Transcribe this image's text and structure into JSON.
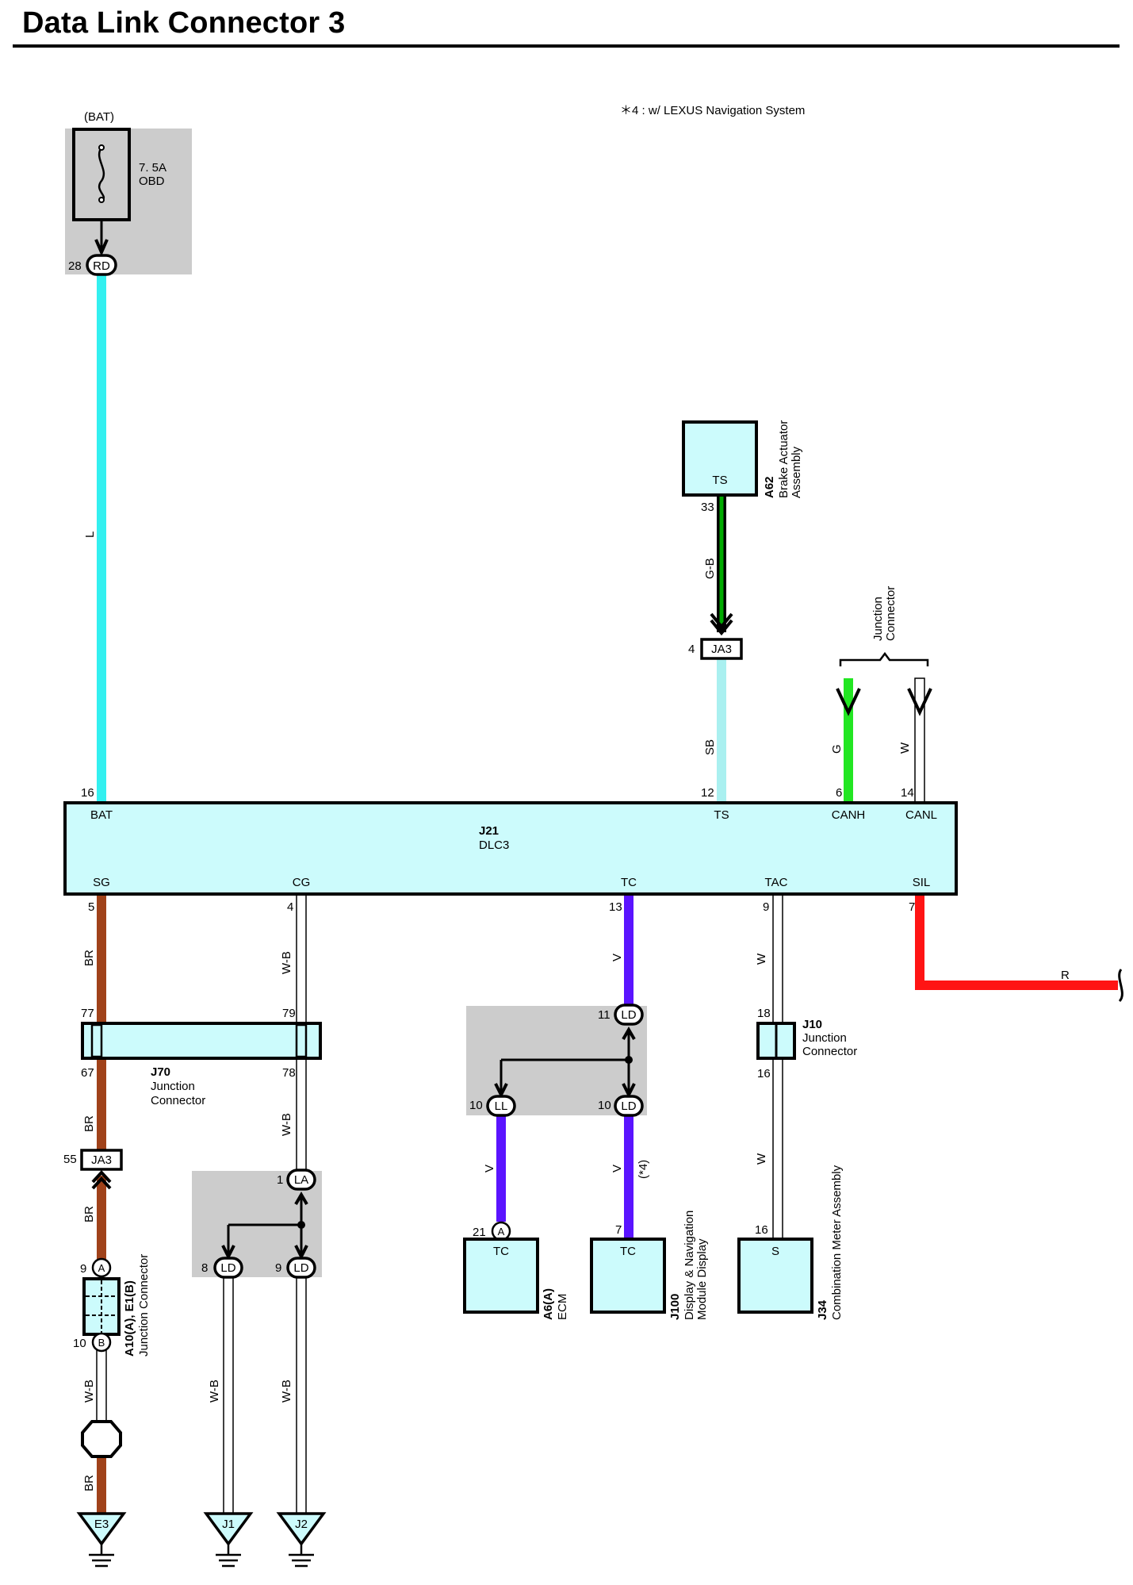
{
  "title": "Data Link Connector 3",
  "note": "＊4 : w/ LEXUS Navigation System",
  "colors": {
    "L": "#33f0f0",
    "SB": "#aaf0f0",
    "G": "#22e622",
    "G-B": "#00aa00",
    "BR": "#a0421a",
    "V": "#5a14ff",
    "R": "#ff1414",
    "W": "#ffffff",
    "W-B": "#ffffff",
    "box": "#ccfbfc",
    "shade": "#cccccc"
  },
  "fuse": {
    "supply": "(BAT)",
    "rating": "7. 5A",
    "name": "OBD",
    "connector": "RD",
    "pin": "28"
  },
  "wires": {
    "bat": "L",
    "ts": "SB",
    "ts_upper": "G-B",
    "canh": "G",
    "canl": "W",
    "sg": "BR",
    "cg": "W-B",
    "tc": "V",
    "tac": "W",
    "sil": "R",
    "sg_lower": "BR",
    "sg_after_ja3": "BR",
    "sg_ground": "BR",
    "sg_wb": "W-B",
    "cg_lower": "W-B",
    "j1": "W-B",
    "j2": "W-B",
    "ll_ecm": "V",
    "ld_j100": "V",
    "tac_lower": "W",
    "nav_note": "(*4)"
  },
  "dlc3": {
    "code": "J21",
    "name": "DLC3",
    "top_pins": [
      {
        "label": "BAT",
        "pin": "16"
      },
      {
        "label": "TS",
        "pin": "12"
      },
      {
        "label": "CANH",
        "pin": "6"
      },
      {
        "label": "CANL",
        "pin": "14"
      }
    ],
    "bottom_pins": [
      {
        "label": "SG",
        "pin": "5"
      },
      {
        "label": "CG",
        "pin": "4"
      },
      {
        "label": "TC",
        "pin": "13"
      },
      {
        "label": "TAC",
        "pin": "9"
      },
      {
        "label": "SIL",
        "pin": "7"
      }
    ]
  },
  "brake_actuator": {
    "code": "A62",
    "name_line1": "Brake Actuator",
    "name_line2": "Assembly",
    "terminal": "TS",
    "pin": "33"
  },
  "ja3_top": {
    "label": "JA3",
    "pin": "4"
  },
  "junction_connector_can": {
    "line1": "Junction",
    "line2": "Connector"
  },
  "j70": {
    "code": "J70",
    "line1": "Junction",
    "line2": "Connector",
    "pins": [
      "77",
      "79",
      "67",
      "78"
    ]
  },
  "j10": {
    "code": "J10",
    "line1": "Junction",
    "line2": "Connector",
    "pins": [
      "18",
      "16"
    ]
  },
  "ld_splice": {
    "top": "LD",
    "top_pin": "11",
    "left": "LL",
    "left_pin": "10",
    "right": "LD",
    "right_pin": "10"
  },
  "ja3_bottom": {
    "label": "JA3",
    "pin": "55"
  },
  "la_splice": {
    "top": "LA",
    "top_pin": "1",
    "left": "LD",
    "left_pin": "8",
    "right": "LD",
    "right_pin": "9"
  },
  "a10_e1": {
    "code": "A10(A), E1(B)",
    "name": "Junction Connector",
    "pin_a": "9",
    "pin_a_label": "A",
    "pin_b": "10",
    "pin_b_label": "B"
  },
  "ecm": {
    "code": "A6(A)",
    "name": "ECM",
    "terminal": "TC",
    "pin": "21",
    "pin_label": "A"
  },
  "j100": {
    "code": "J100",
    "line1": "Display & Navigation",
    "line2": "Module Display",
    "terminal": "TC",
    "pin": "7"
  },
  "j34": {
    "code": "J34",
    "name": "Combination Meter Assembly",
    "terminal": "S",
    "pin": "16"
  },
  "grounds": [
    "E3",
    "J1",
    "J2"
  ]
}
